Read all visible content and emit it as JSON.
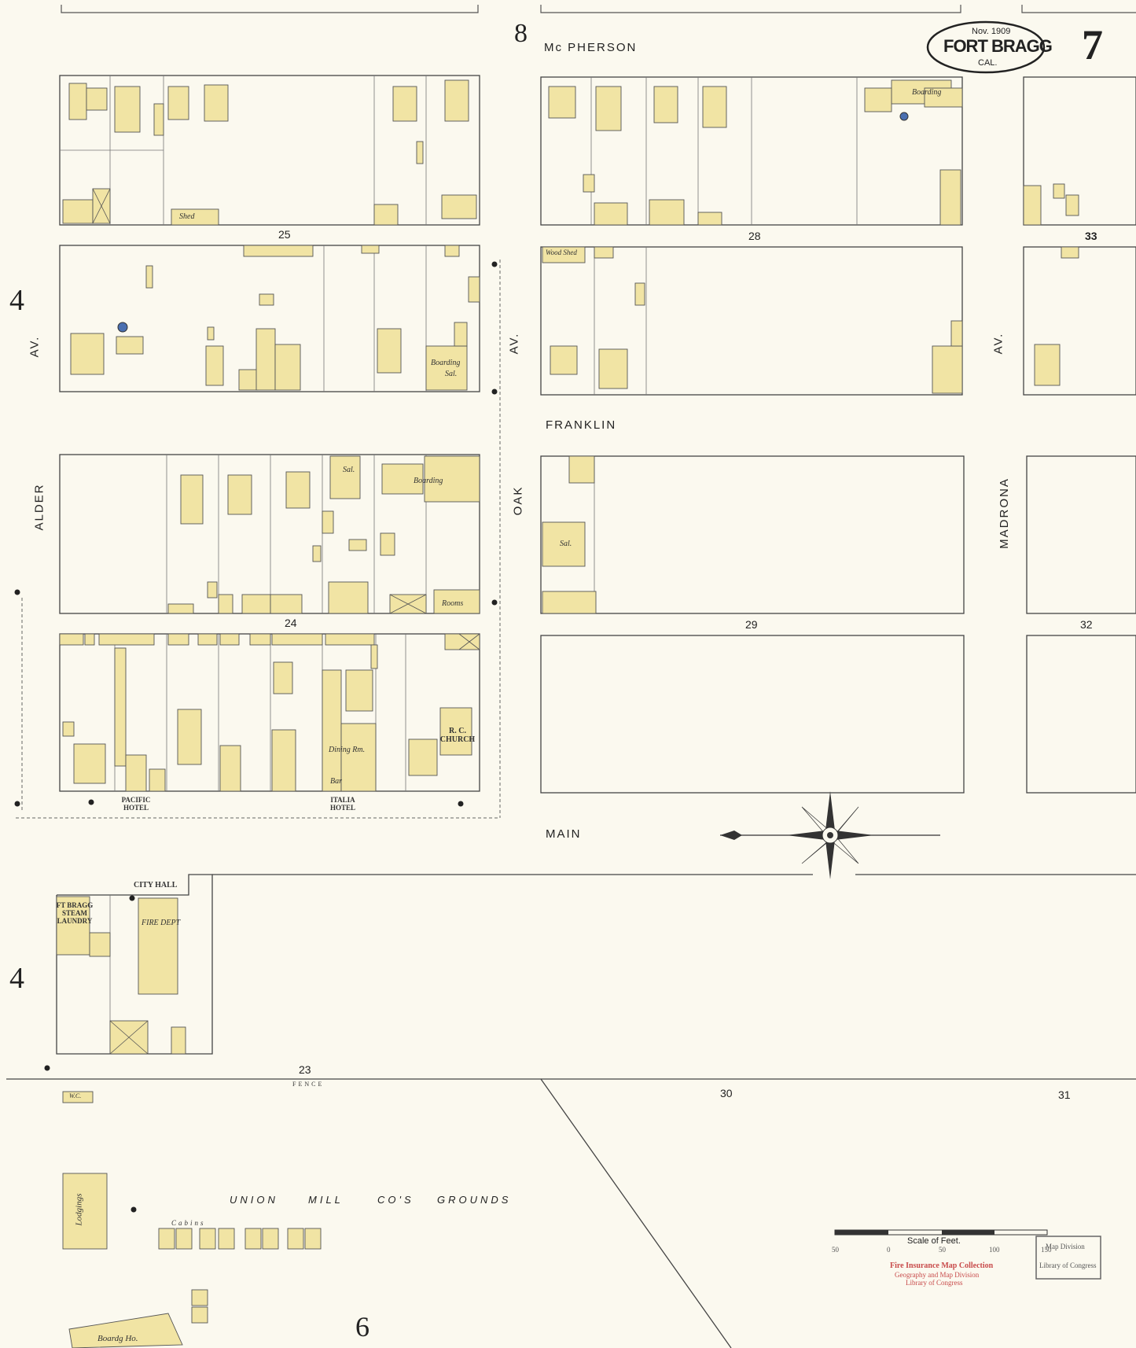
{
  "sheet": {
    "number": "7",
    "title": "FORT BRAGG",
    "state": "CAL.",
    "date": "Nov. 1909",
    "adjacent": {
      "top": "8",
      "left_top": "4",
      "left_bottom": "4",
      "bottom": "6"
    }
  },
  "streets": {
    "mcpherson": "Mc PHERSON",
    "franklin": "FRANKLIN",
    "main": "MAIN",
    "alder_1": "ALDER",
    "alder_2": "AV.",
    "oak_1": "OAK",
    "oak_2": "AV.",
    "madrona_1": "MADRONA",
    "madrona_2": "AV.",
    "av_left": "AV."
  },
  "blocks": [
    "25",
    "28",
    "33",
    "24",
    "29",
    "32",
    "23",
    "30",
    "31"
  ],
  "labels": {
    "union": "UNION",
    "mill": "MILL",
    "cos": "CO'S",
    "grounds": "GROUNDS",
    "pacific_hotel": "PACIFIC HOTEL",
    "italia_hotel": "ITALIA HOTEL",
    "rc_church": "R. C. CHURCH",
    "city_hall": "CITY HALL",
    "fire_dept": "FIRE DEPT",
    "steam_laundry": "FT BRAGG STEAM LAUNDRY",
    "boarding": "Boarding",
    "boarding2": "Boarding",
    "boarding3": "Boarding",
    "sal": "Sal.",
    "sal2": "Sal.",
    "sal3": "Sal.",
    "rooms": "Rooms",
    "shed": "Shed",
    "wood_shed": "Wood Shed",
    "dining_rm": "Dining Rm.",
    "bar": "Bar",
    "lodgings": "Lodgings",
    "cabins": "Cabins",
    "boardg_ho": "Boardg Ho.",
    "fence": "FENCE",
    "wc": "W.C."
  },
  "scale": {
    "title": "Scale of Feet.",
    "ticks": [
      "50",
      "0",
      "50",
      "100",
      "150"
    ]
  },
  "stamps": {
    "line1": "Fire Insurance Map Collection",
    "line2": "Geography and Map Division",
    "line3": "Library of Congress",
    "box1": "Map Division",
    "box2": "Library of Congress"
  },
  "colors": {
    "building": "#f1e4a4",
    "paper": "#fbf9ef",
    "ink": "#333333",
    "stamp": "#c84a4a"
  }
}
